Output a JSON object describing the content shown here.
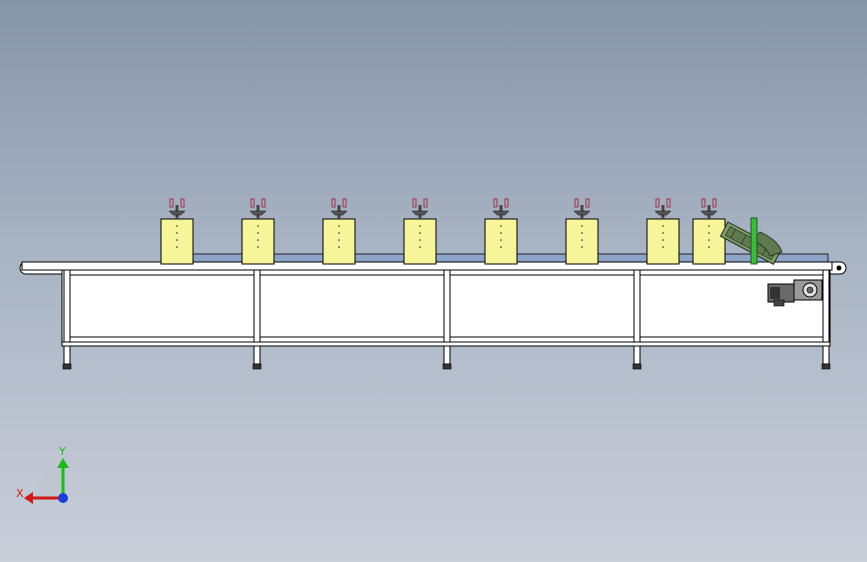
{
  "viewport": {
    "background_top": "#8694a8",
    "background_bottom": "#c8cfd9"
  },
  "machine": {
    "fixture_count": 8,
    "panel_count": 4,
    "leg_count": 5,
    "colors": {
      "fixture_block": "#f7f59a",
      "frame_line": "#000000",
      "frame_fill": "#ffffff",
      "belt": "#8ea5c8",
      "guide_post": "#3dbb3d",
      "tilted_module": "#6e8a5a",
      "motor": "#555555",
      "jig_accent": "#a0304a"
    }
  },
  "triad": {
    "x_label": "X",
    "y_label": "Y",
    "x_color": "#d11919",
    "y_color": "#1fb81f",
    "z_color": "#1b3fd6"
  }
}
